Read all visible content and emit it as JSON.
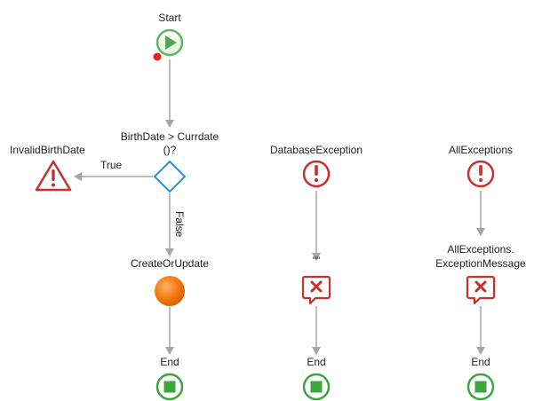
{
  "flow": {
    "start": {
      "label": "Start"
    },
    "decision": {
      "label_line1": "BirthDate > Currdate",
      "label_line2": "()?"
    },
    "edge_true": {
      "label": "True"
    },
    "edge_false": {
      "label": "False"
    },
    "invalid": {
      "label": "InvalidBirthDate"
    },
    "create": {
      "label": "CreateOrUpdate"
    },
    "end1": {
      "label": "End"
    }
  },
  "db_handler": {
    "label": "DatabaseException",
    "raise_label": "\"\"",
    "end_label": "End"
  },
  "all_handler": {
    "label": "AllExceptions",
    "raise_label_line1": "AllExceptions.",
    "raise_label_line2": "ExceptionMessage",
    "end_label": "End"
  },
  "colors": {
    "connector": "#a6a6a6",
    "start_green": "#5cb85c",
    "exception_red": "#c9302c",
    "decision_blue": "#2a8fd8",
    "action_orange": "#f07c12",
    "end_green": "#3ea43e"
  }
}
